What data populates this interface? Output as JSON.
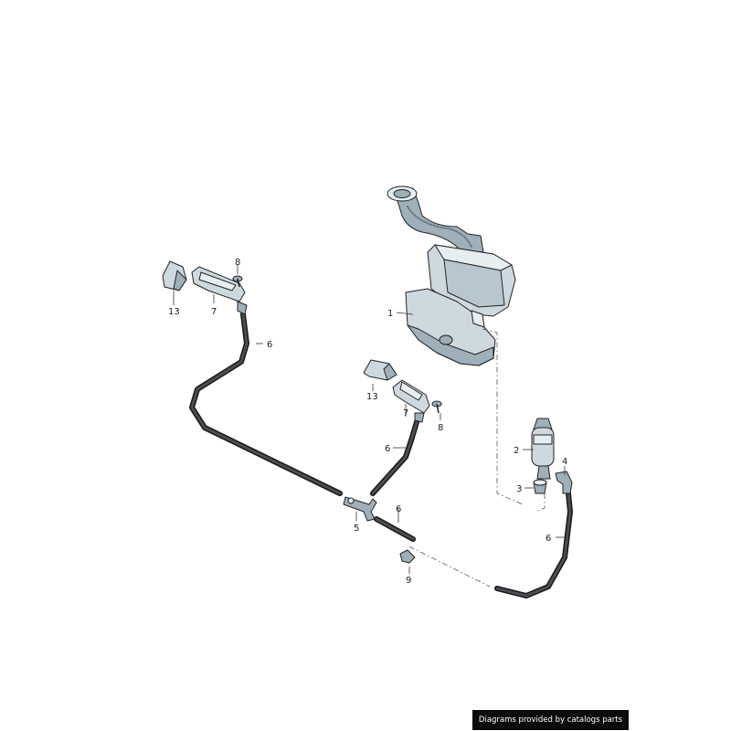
{
  "callouts": {
    "c1": "1",
    "c2": "2",
    "c3": "3",
    "c4": "4",
    "c5": "5",
    "c6a": "6",
    "c6b": "6",
    "c6c": "6",
    "c6d": "6",
    "c7a": "7",
    "c7b": "7",
    "c8a": "8",
    "c8b": "8",
    "c9": "9",
    "c13a": "13",
    "c13b": "13"
  },
  "credit": "Diagrams provided by catalogs parts",
  "colors": {
    "part_fill": "#cdd8df",
    "part_shadow": "#9fb0bb",
    "hose": "#1a1a1a",
    "credit_bg": "#0b0b0b"
  }
}
